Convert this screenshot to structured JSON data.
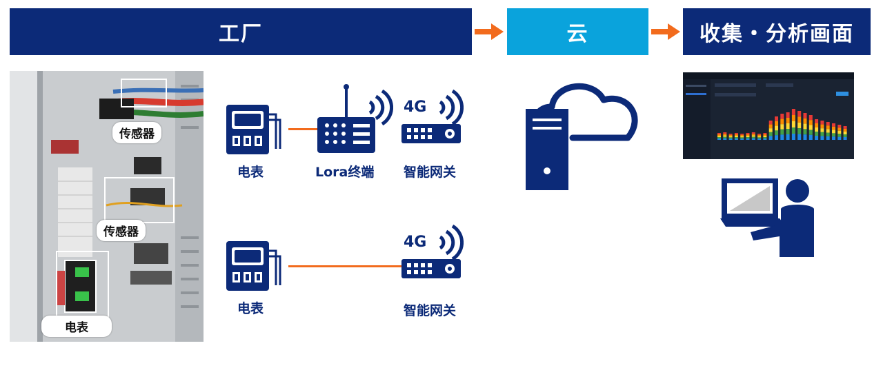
{
  "headers": {
    "factory": "工厂",
    "cloud": "云",
    "analysis": "收集・分析画面"
  },
  "photo_tags": {
    "sensor_top": "传感器",
    "sensor_middle": "传感器",
    "meter": "电表"
  },
  "row1": {
    "meter_label": "电表",
    "lora_label": "Lora终端",
    "gateway_label": "智能网关",
    "gateway_badge": "4G"
  },
  "row2": {
    "meter_label": "电表",
    "gateway_label": "智能网关",
    "gateway_badge": "4G"
  },
  "colors": {
    "navy": "#0c2a78",
    "cyan": "#0aa3dc",
    "orange": "#f26b1d"
  },
  "icons": [
    "arrow-right-icon",
    "electric-meter-icon",
    "lora-terminal-icon",
    "smart-gateway-icon",
    "cloud-server-icon",
    "user-at-computer-icon"
  ]
}
